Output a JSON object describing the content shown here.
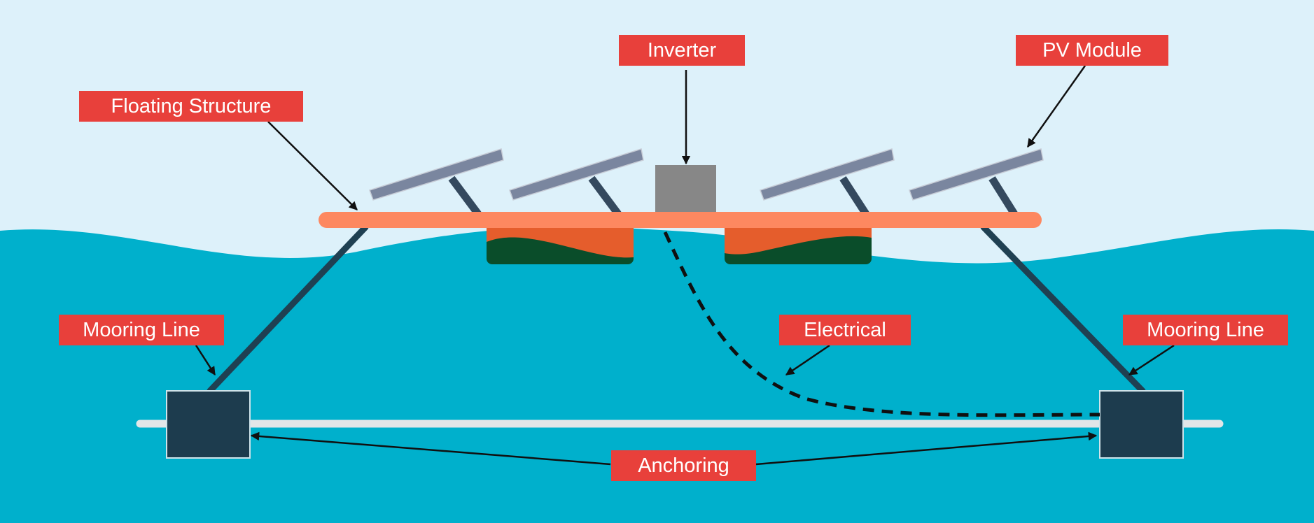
{
  "colors": {
    "sky": "#ddf1fa",
    "water": "#00b0cc",
    "float_bar": "#fd8860",
    "float_pontoon_dark": "#0a4d2a",
    "float_pontoon_orange": "#e55d2c",
    "pv_panel": "#7a869f",
    "pv_stand": "#34495e",
    "inverter": "#878787",
    "mooring": "#1f4052",
    "anchor_block": "#1d3c4e",
    "seabed_line": "#e2e6e8",
    "label_bg": "#e8403b",
    "label_text": "#ffffff",
    "arrow": "#101010"
  },
  "labels": {
    "inverter": "Inverter",
    "pv_module": "PV Module",
    "floating_structure": "Floating Structure",
    "mooring_line_left": "Mooring Line",
    "mooring_line_right": "Mooring Line",
    "electrical": "Electrical",
    "anchoring": "Anchoring"
  }
}
